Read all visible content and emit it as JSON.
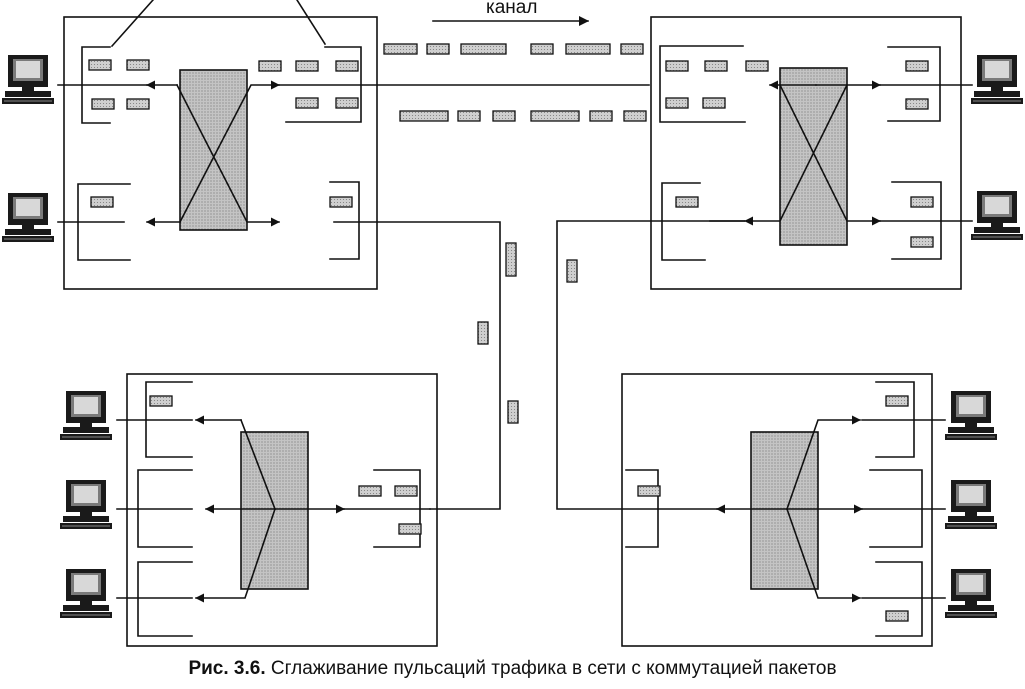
{
  "diagram": {
    "channel_label": "канал",
    "caption_prefix": "Рис. 3.6.",
    "caption_text": "Сглаживание пульсаций трафика в сети с коммутацией пакетов",
    "colors": {
      "line": "#111111",
      "packet_fill": "#c9c9c9",
      "fabric_fill": "#c4c4c4",
      "background": "#ffffff"
    },
    "nodes": [
      {
        "id": "switch-top-left"
      },
      {
        "id": "switch-top-right"
      },
      {
        "id": "switch-bottom-left"
      },
      {
        "id": "switch-bottom-right"
      }
    ],
    "computers": [
      {
        "id": "pc-1",
        "icon": "computer-icon"
      },
      {
        "id": "pc-2",
        "icon": "computer-icon"
      },
      {
        "id": "pc-3",
        "icon": "computer-icon"
      },
      {
        "id": "pc-4",
        "icon": "computer-icon"
      },
      {
        "id": "pc-5",
        "icon": "computer-icon"
      },
      {
        "id": "pc-6",
        "icon": "computer-icon"
      },
      {
        "id": "pc-7",
        "icon": "computer-icon"
      },
      {
        "id": "pc-8",
        "icon": "computer-icon"
      },
      {
        "id": "pc-9",
        "icon": "computer-icon"
      },
      {
        "id": "pc-10",
        "icon": "computer-icon"
      }
    ]
  }
}
